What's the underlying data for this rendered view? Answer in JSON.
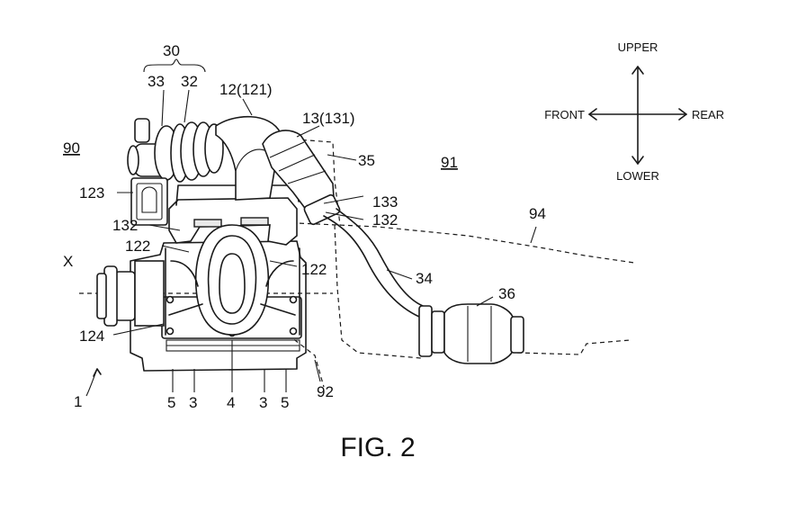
{
  "figure": {
    "caption": "FIG. 2"
  },
  "directions": {
    "upper": "UPPER",
    "lower": "LOWER",
    "front": "FRONT",
    "rear": "REAR"
  },
  "labels": {
    "l30": "30",
    "l33": "33",
    "l32": "32",
    "l12": "12(121)",
    "l13": "13(131)",
    "l35": "35",
    "l91": "91",
    "l90": "90",
    "l123": "123",
    "l133": "133",
    "l132a": "132",
    "l132b": "132",
    "l94": "94",
    "l122a": "122",
    "l122b": "122",
    "lX": "X",
    "l34": "34",
    "l36": "36",
    "l124": "124",
    "l5a": "5",
    "l3a": "3",
    "l4": "4",
    "l3b": "3",
    "l5b": "5",
    "l92": "92",
    "l1": "1"
  }
}
